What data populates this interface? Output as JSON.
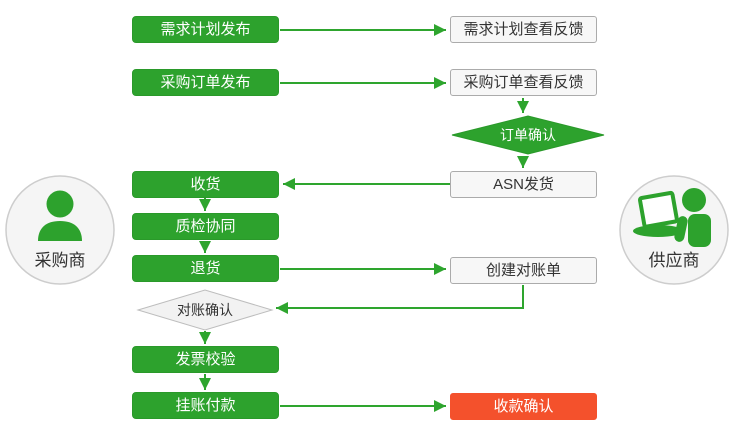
{
  "palette": {
    "green": "#2da22d",
    "green_border": "#2a992a",
    "red": "#f4512c",
    "line_green": "#2ea52e",
    "plain_box_bg": "#f7f7f7",
    "plain_box_border": "#ababab",
    "text_dark": "#333333"
  },
  "actors": {
    "buyer": {
      "label": "采购商",
      "icon": "person-icon"
    },
    "supplier": {
      "label": "供应商",
      "icon": "person-laptop-icon"
    }
  },
  "nodes": {
    "demand_plan_publish": {
      "label": "需求计划发布",
      "type": "process-green"
    },
    "demand_plan_feedback": {
      "label": "需求计划查看反馈",
      "type": "process-plain"
    },
    "po_publish": {
      "label": "采购订单发布",
      "type": "process-green"
    },
    "po_feedback": {
      "label": "采购订单查看反馈",
      "type": "process-plain"
    },
    "order_confirm": {
      "label": "订单确认",
      "type": "decision-green"
    },
    "asn_ship": {
      "label": "ASN发货",
      "type": "process-plain"
    },
    "receive": {
      "label": "收货",
      "type": "process-green"
    },
    "quality_collab": {
      "label": "质检协同",
      "type": "process-green"
    },
    "return_goods": {
      "label": "退货",
      "type": "process-green"
    },
    "create_statement": {
      "label": "创建对账单",
      "type": "process-plain"
    },
    "statement_confirm": {
      "label": "对账确认",
      "type": "decision-plain"
    },
    "invoice_check": {
      "label": "发票校验",
      "type": "process-green"
    },
    "payment": {
      "label": "挂账付款",
      "type": "process-green"
    },
    "payment_confirm": {
      "label": "收款确认",
      "type": "process-red"
    }
  }
}
